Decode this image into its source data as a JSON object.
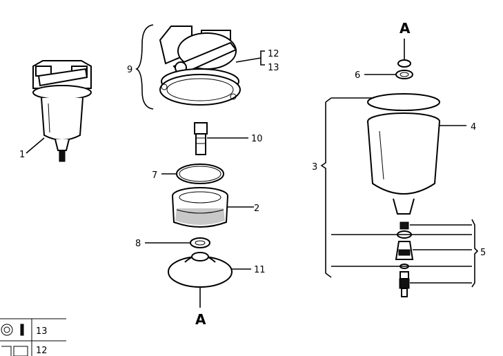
{
  "labels": {
    "p1": "1",
    "p2": "2",
    "p3": "3",
    "p4": "4",
    "p5": "5",
    "p6": "6",
    "p7": "7",
    "p8": "8",
    "p9": "9",
    "p10": "10",
    "p11": "11",
    "p12": "12",
    "p13": "13",
    "ref_top": "A",
    "ref_bottom": "A"
  },
  "table": {
    "rows": [
      {
        "icon": "washer-ring-icon",
        "value": "13"
      },
      {
        "icon": "fitting-icon",
        "value": "12"
      }
    ]
  }
}
